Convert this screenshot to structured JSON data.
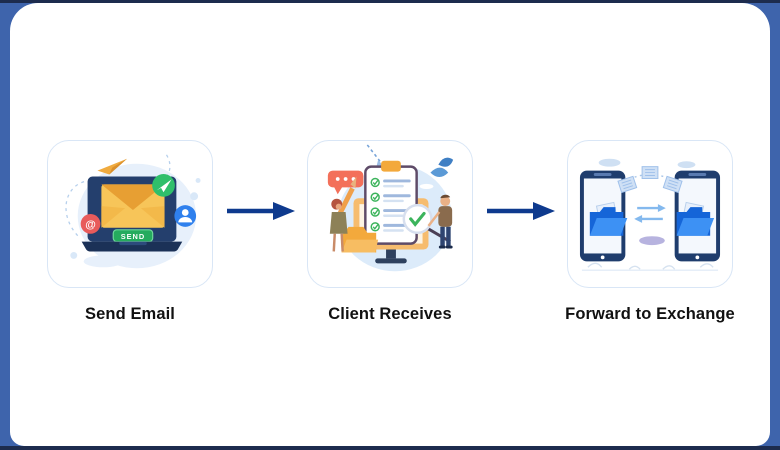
{
  "frame": {
    "background_color": "#3e64ac",
    "edge_color": "#1d2c4e",
    "panel_background": "#ffffff"
  },
  "flow": {
    "arrow_color": "#0e3a8e",
    "card_border_color": "#d9e6f6",
    "label_color": "#111111",
    "steps": [
      {
        "label": "Send Email",
        "illustration": "laptop-sending-email",
        "send_button_label": "SEND",
        "icons": [
          "paper-plane-icon",
          "envelope-icon",
          "user-badge-icon",
          "at-sign-badge-icon"
        ]
      },
      {
        "label": "Client Receives",
        "illustration": "clipboard-checklist-with-people",
        "icons": [
          "checklist-icon",
          "magnifier-check-icon",
          "speech-bubble-icon",
          "folder-icon"
        ]
      },
      {
        "label": "Forward to Exchange",
        "illustration": "two-phones-transferring-files",
        "icons": [
          "phone-icon",
          "open-folder-icon",
          "sync-arrows-icon"
        ]
      }
    ]
  },
  "colors": {
    "accent_green": "#2fbf6b",
    "accent_blue": "#2f80ed",
    "accent_red": "#e85b5b",
    "accent_orange": "#f3a93c",
    "envelope_orange": "#f0ab3f",
    "laptop_navy": "#243f6d",
    "illustration_light_blue": "#e7f0fb"
  }
}
